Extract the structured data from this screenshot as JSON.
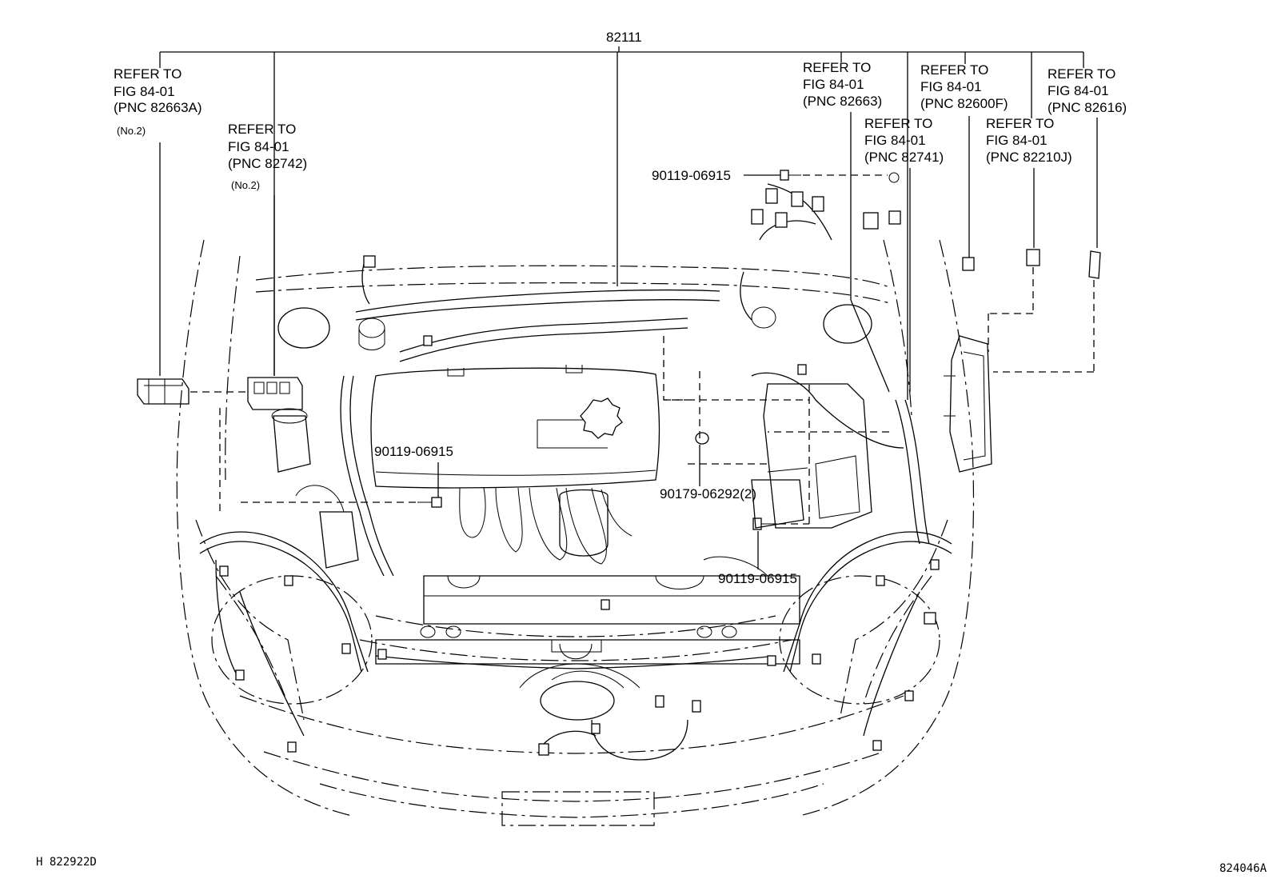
{
  "main_part": "82111",
  "refs": [
    {
      "l1": "REFER TO",
      "l2": "FIG   84-01",
      "l3": "(PNC 82663A)",
      "l4": "(No.2)"
    },
    {
      "l1": "REFER TO",
      "l2": "FIG   84-01",
      "l3": "(PNC 82742)",
      "l4": "(No.2)"
    },
    {
      "l1": "REFER TO",
      "l2": "FIG   84-01",
      "l3": "(PNC 82663)"
    },
    {
      "l1": "REFER TO",
      "l2": "FIG   84-01",
      "l3": "(PNC 82741)"
    },
    {
      "l1": "REFER TO",
      "l2": "FIG   84-01",
      "l3": "(PNC 82600F)"
    },
    {
      "l1": "REFER TO",
      "l2": "FIG   84-01",
      "l3": "(PNC 82210J)"
    },
    {
      "l1": "REFER TO",
      "l2": "FIG   84-01",
      "l3": "(PNC 82616)"
    }
  ],
  "parts": {
    "bolt_top": "90119-06915",
    "bolt_left": "90119-06915",
    "clamp": "90179-06292(2)",
    "bolt_bottom": "90119-06915"
  },
  "footer": {
    "left_code": "H  822922D",
    "right_code": "824046A"
  }
}
